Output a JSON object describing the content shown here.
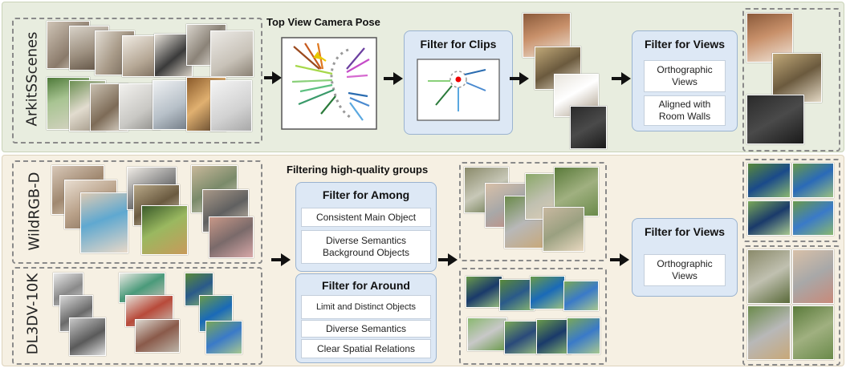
{
  "top": {
    "dataset_label": "ArkitSScenes",
    "camera_pose_title": "Top View Camera Pose",
    "filter_clips": {
      "title": "Filter for Clips"
    },
    "filter_views": {
      "title": "Filter for Views",
      "options": [
        "Orthographic Views",
        "Aligned with Room Walls"
      ]
    }
  },
  "bottom": {
    "dataset_labels": [
      "WildRGB-D",
      "DL3DV-10K"
    ],
    "group_title": "Filtering high-quality groups",
    "filter_among": {
      "title": "Filter for Among",
      "options": [
        "Consistent Main Object",
        "Diverse Semantics Background Objects"
      ]
    },
    "filter_around": {
      "title": "Filter for Around",
      "options": [
        "Limit and Distinct Objects",
        "Diverse Semantics",
        "Clear Spatial Relations"
      ]
    },
    "filter_views": {
      "title": "Filter for Views",
      "options": [
        "Orthographic Views"
      ]
    }
  },
  "colors": {
    "top_bg": "#e8eddf",
    "bottom_bg": "#f6f0e3",
    "filter_bg": "#dde8f5"
  }
}
